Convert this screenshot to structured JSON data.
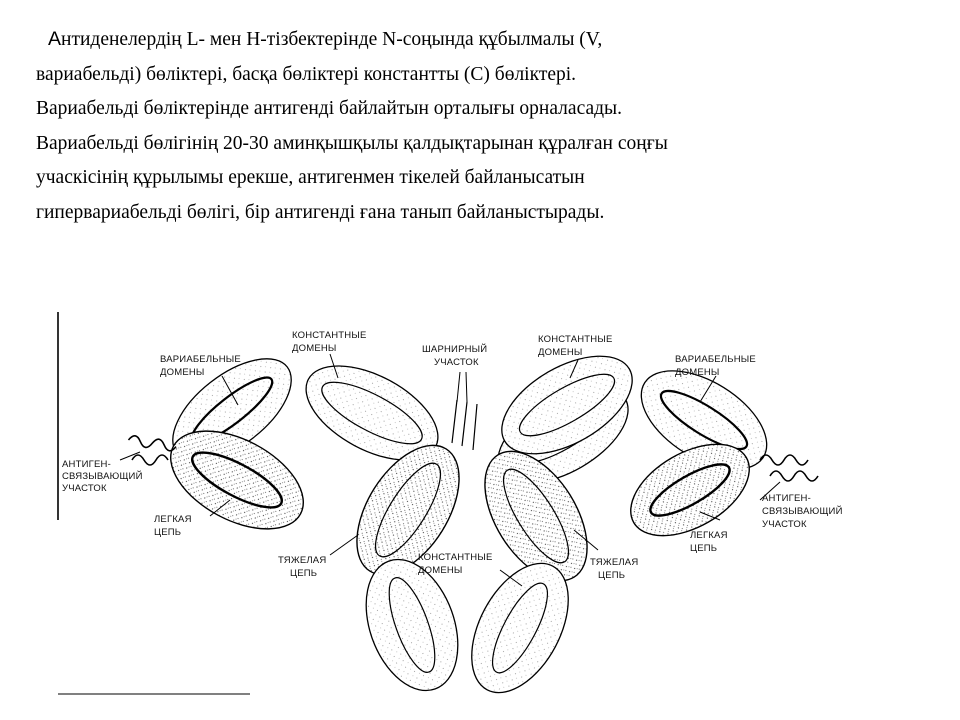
{
  "text": {
    "lines": [
      {
        "first": "А",
        "rest": "нтиденелердің L- мен H-тізбектерінде N-соңында құбылмалы (V,"
      },
      {
        "first": "",
        "rest": "вариабельді) бөліктері, басқа бөліктері константты (С) бөліктері."
      },
      {
        "first": "",
        "rest": "Вариабельді бөліктерінде  антигенді байлайтын орталығы орналасады."
      },
      {
        "first": "",
        "rest": "Вариабельді бөлігінің 20-30 аминқышқылы қалдықтарынан құралған соңғы"
      },
      {
        "first": "",
        "rest": "учаскісінің құрылымы  ерекше, антигенмен тікелей байланысатын"
      },
      {
        "first": "",
        "rest": "гипервариабельді бөлігі, бір антигенді ғана танып байланыстырады."
      }
    ]
  },
  "diagram": {
    "labels": {
      "variable_left": [
        "ВАРИАБЕЛЬНЫЕ",
        "ДОМЕНЫ"
      ],
      "constant_top_left": [
        "КОНСТАНТНЫЕ",
        "ДОМЕНЫ"
      ],
      "hinge": [
        "ШАРНИРНЫЙ",
        "УЧАСТОК"
      ],
      "constant_top_right": [
        "КОНСТАНТНЫЕ",
        "ДОМЕНЫ"
      ],
      "variable_right": [
        "ВАРИАБЕЛЬНЫЕ",
        "ДОМЕНЫ"
      ],
      "antigen_site_left": [
        "АНТИГЕН-",
        "СВЯЗЫВАЮЩИЙ",
        "УЧАСТОК"
      ],
      "light_chain_left": [
        "ЛЕГКАЯ",
        "ЦЕПЬ"
      ],
      "heavy_chain_left": [
        "ТЯЖЕЛАЯ",
        "ЦЕПЬ"
      ],
      "constant_bottom": [
        "КОНСТАНТНЫЕ",
        "ДОМЕНЫ"
      ],
      "heavy_chain_right": [
        "ТЯЖЕЛАЯ",
        "ЦЕПЬ"
      ],
      "antigen_site_right": [
        "АНТИГЕН-",
        "СВЯЗЫВАЮЩИЙ",
        "УЧАСТОК"
      ],
      "light_chain_right": [
        "ЛЕГКАЯ",
        "ЦЕПЬ"
      ]
    }
  }
}
